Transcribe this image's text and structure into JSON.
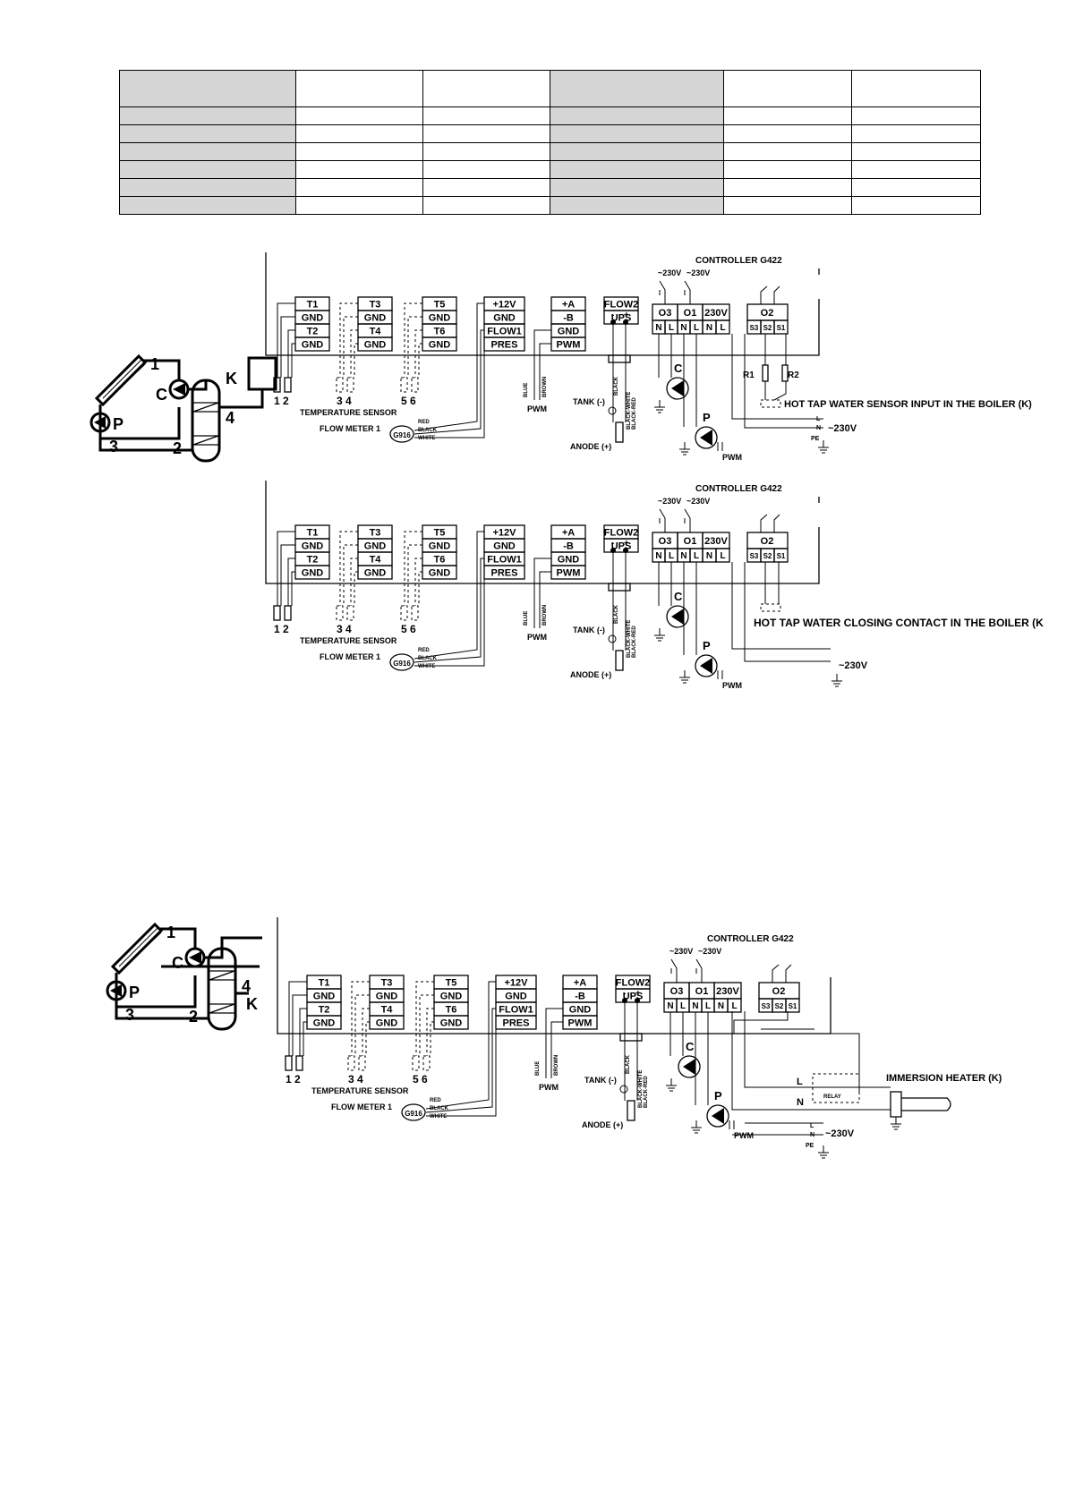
{
  "table": {
    "rows": 7,
    "cols": 6,
    "shaded_cols": [
      0,
      3
    ]
  },
  "blocks": {
    "tb1": [
      "T1",
      "GND",
      "T2",
      "GND"
    ],
    "tb2": [
      "T3",
      "GND",
      "T4",
      "GND"
    ],
    "tb3": [
      "T5",
      "GND",
      "T6",
      "GND"
    ],
    "tb4": [
      "+12V",
      "GND",
      "FLOW1",
      "PRES"
    ],
    "tb5": [
      "+A",
      "-B",
      "GND",
      "PWM"
    ],
    "tb6": [
      "FLOW2",
      "UPS"
    ],
    "outputs": [
      "O3",
      "O1",
      "230V",
      "O2"
    ],
    "nl": [
      "N",
      "L"
    ],
    "s": [
      "S3",
      "S2",
      "S1"
    ]
  },
  "labels": {
    "controller": "CONTROLLER G422",
    "v230": "~230V",
    "v230b": "~230V",
    "sensor_nums": [
      "1 2",
      "3 4",
      "5 6"
    ],
    "temp_sensor": "TEMPERATURE SENSOR",
    "flow_meter": "FLOW METER 1",
    "g916": "G916",
    "wires": [
      "RED",
      "BLACK",
      "WHITE"
    ],
    "blue": "BLUE",
    "brown": "BROWN",
    "pwm": "PWM",
    "tank": "TANK (-)",
    "anode": "ANODE (+)",
    "black": "BLACK",
    "black_white": "BLACK-WHITE",
    "black_red": "BLACK-RED",
    "minus": "-",
    "plus": "+",
    "pump_c": "C",
    "pump_p": "P",
    "r1": "R1",
    "r2": "R2",
    "hot_sensor": "HOT TAP WATER SENSOR INPUT IN THE BOILER (K)",
    "hot_contact": "HOT TAP WATER CLOSING CONTACT IN THE BOILER (K",
    "immersion": "IMMERSION HEATER (K)",
    "relay": "RELAY",
    "l": "L",
    "n": "N",
    "pe": "PE",
    "sch_nums": [
      "1",
      "2",
      "3",
      "4"
    ],
    "sch_c": "C",
    "sch_p": "P",
    "sch_k": "K"
  }
}
